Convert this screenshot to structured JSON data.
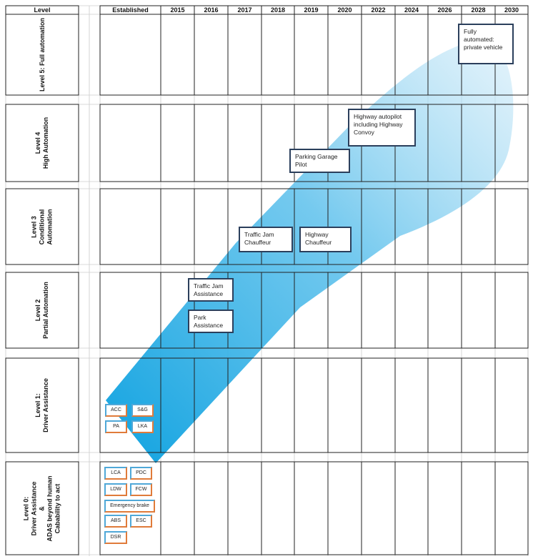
{
  "headers": {
    "level": "Level",
    "established": "Established",
    "years": [
      "2015",
      "2016",
      "2017",
      "2018",
      "2019",
      "2020",
      "2022",
      "2024",
      "2026",
      "2028",
      "2030"
    ]
  },
  "levels": [
    "Level 5: Full automation",
    "Level 4\nHigh Automation",
    "Level 3\nConditional\nAutomation",
    "Level 2\nPartial Automation",
    "Level 1:\nDriver Assistance",
    "Level 0:\nDriver Assistance\n&\nADAS beyond human\nCabability to act"
  ],
  "milestones": [
    {
      "text": "Fully automated:\nprivate vehicle",
      "level": "Level 5"
    },
    {
      "text": "Highway autopilot\nincluding Highway\nConvoy",
      "level": "Level 4"
    },
    {
      "text": "Parking Garage\nPilot",
      "level": "Level 4"
    },
    {
      "text": "Traffic Jam\nChauffeur",
      "level": "Level 3"
    },
    {
      "text": "Highway\nChauffeur",
      "level": "Level 3"
    },
    {
      "text": "Traffic Jam\nAssistance",
      "level": "Level 2"
    },
    {
      "text": "Park\nAssistance",
      "level": "Level 2"
    }
  ],
  "established_features": {
    "level1": [
      "ACC",
      "S&G",
      "PA",
      "LKA"
    ],
    "level0": [
      "LCA",
      "PDC",
      "LDW",
      "FCW",
      "Emergency brake",
      "ABS",
      "ESC",
      "DSR"
    ]
  },
  "colors": {
    "beam": "#1aa7e2",
    "box_border": "#2b3f5c",
    "tag_border_blue": "#4fa8d8",
    "tag_border_orange": "#e07b3a",
    "grid": "#cccccc",
    "outline": "#222222"
  }
}
